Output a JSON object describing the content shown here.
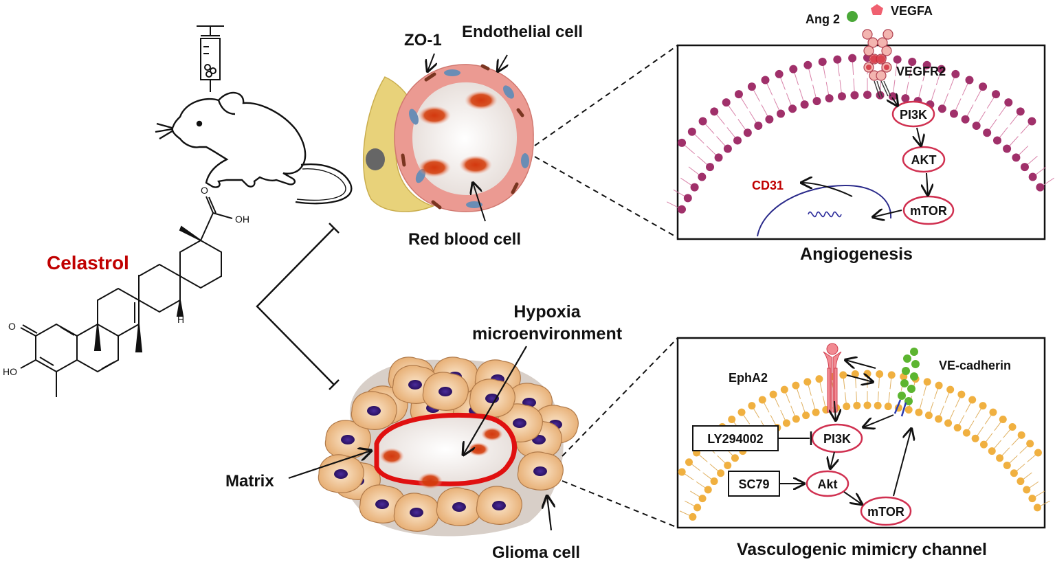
{
  "drug": {
    "name": "Celastrol",
    "name_color": "#c00000",
    "oh": "OH",
    "o": "O",
    "ho": "HO",
    "h": "H"
  },
  "vessel": {
    "zo1": "ZO-1",
    "endothelial": "Endothelial cell",
    "rbc": "Red blood cell"
  },
  "angio": {
    "title": "Angiogenesis",
    "ang2": "Ang 2",
    "vegfa": "VEGFA",
    "vegfr2": "VEGFR2",
    "pi3k": "PI3K",
    "akt": "AKT",
    "mtor": "mTOR",
    "cd31": "CD31",
    "cd31_color": "#c00000",
    "membrane_color": "#a0306a"
  },
  "tumor": {
    "hypoxia_line1": "Hypoxia",
    "hypoxia_line2": "microenvironment",
    "matrix": "Matrix",
    "glioma": "Glioma cell"
  },
  "vm": {
    "title": "Vasculogenic mimicry channel",
    "epha2": "EphA2",
    "vecadherin": "VE-cadherin",
    "ly": "LY294002",
    "sc79": "SC79",
    "pi3k": "PI3K",
    "akt": "Akt",
    "mtor": "mTOR",
    "membrane_color": "#f0b040"
  }
}
